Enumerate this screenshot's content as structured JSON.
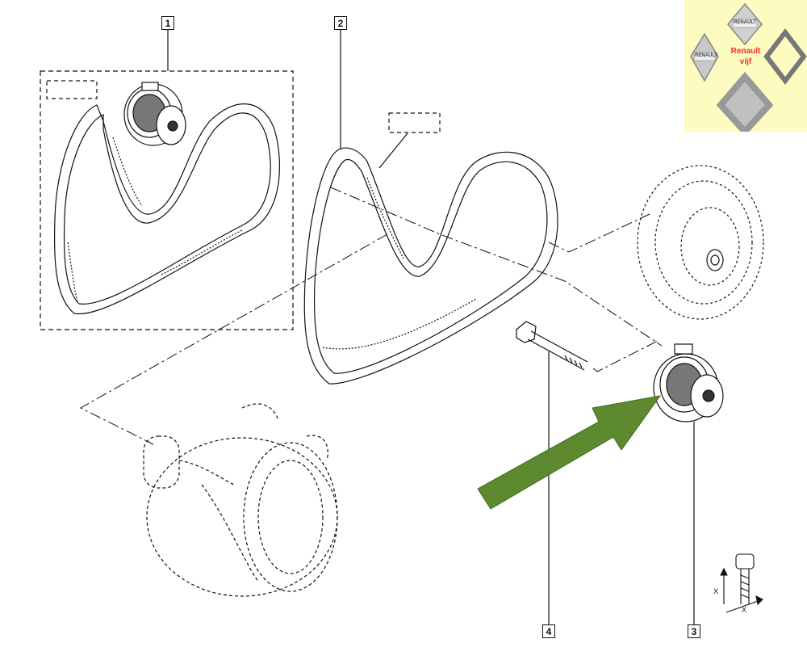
{
  "callouts": [
    "1",
    "2",
    "3",
    "4"
  ],
  "logo": {
    "brand": "Renault",
    "subtitle": "vijf",
    "badge_text": "RENAULT",
    "background_color": "#fdfbbf",
    "text_color": "#e8342c"
  },
  "arrow": {
    "color": "#5d8a2e",
    "points_to_callout": "3"
  },
  "icons": [
    "belt-icon",
    "tensioner-pulley-icon",
    "bolt-icon",
    "crank-pulley-icon",
    "alternator-icon",
    "thread-symbol-icon"
  ],
  "symbol_label": "X"
}
